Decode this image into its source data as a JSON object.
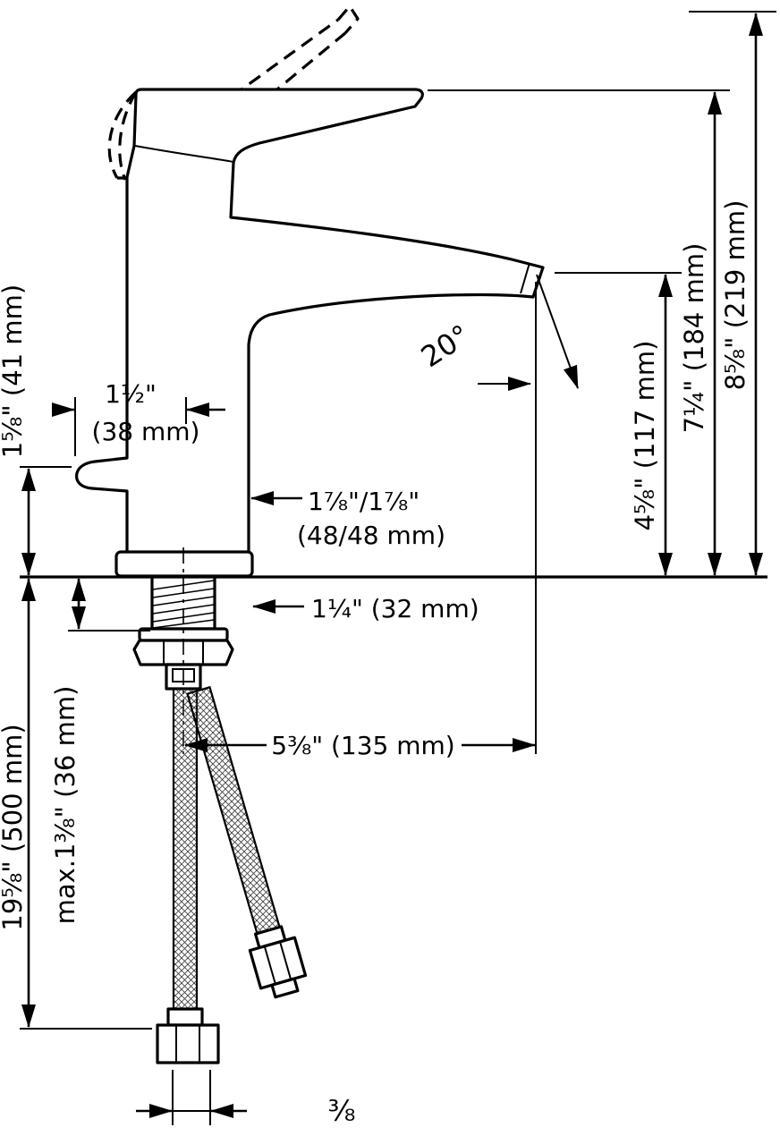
{
  "diagram": {
    "type": "technical-dimension-drawing",
    "subject": "single-hole-lever-faucet-side-view",
    "colors": {
      "line": "#000000",
      "background": "#ffffff"
    }
  },
  "labels": {
    "lever_height": "1⅝\" (41 mm)",
    "handle_projection_in": "1½\"",
    "handle_projection_mm": "(38 mm)",
    "inlet_offset_in": "1⅞\"/1⅞\"",
    "inlet_offset_mm": "(48/48 mm)",
    "mounting_hole_diameter": "1¼\" (32 mm)",
    "spout_reach": "5⅜\" (135 mm)",
    "spray_angle": "20°",
    "spout_height": "4⅝\" (117 mm)",
    "height_to_top": "7¼\" (184 mm)",
    "overall_height": "8⅝\" (219 mm)",
    "hose_length": "19⅝\" (500 mm)",
    "max_mounting_thickness": "max.1⅜\" (36 mm)",
    "hose_connection_size": "⅜"
  }
}
